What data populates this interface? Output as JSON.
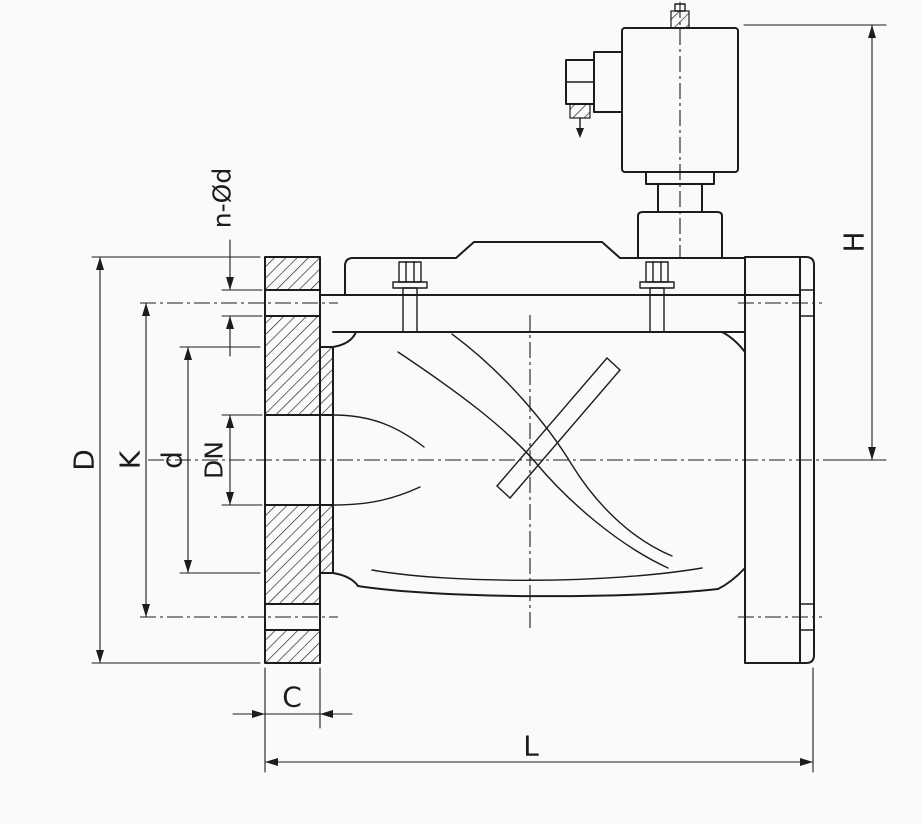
{
  "drawing": {
    "labels": {
      "bolt_holes": "n-Ød",
      "flange_od": "D",
      "bolt_circle": "K",
      "raised_face": "d",
      "nominal_bore": "DN",
      "flange_thickness": "C",
      "face_to_face": "L",
      "height": "H"
    },
    "colors": {
      "line": "#1c1c1c",
      "background": "#fafaf8"
    }
  }
}
